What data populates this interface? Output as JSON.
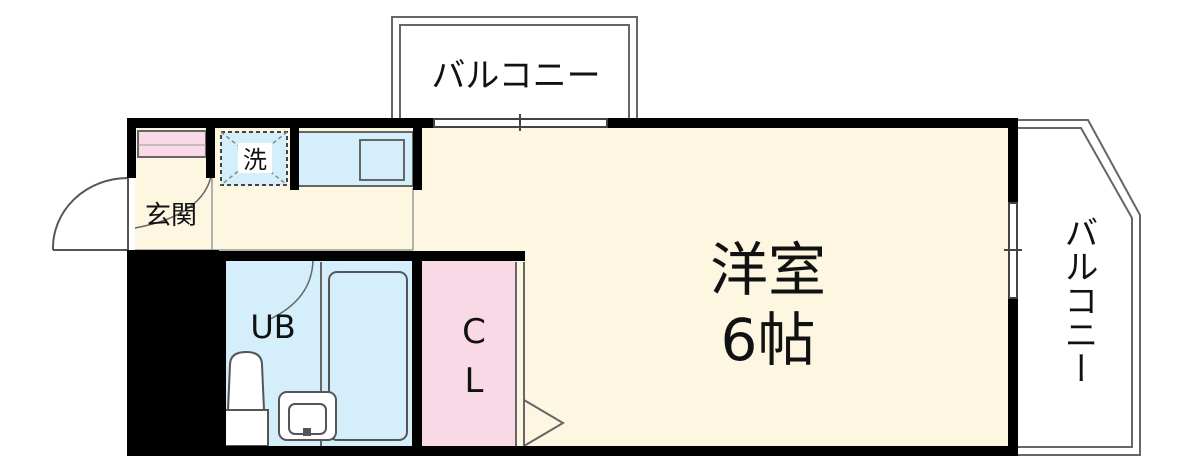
{
  "labels": {
    "balcony_top": "バルコニー",
    "balcony_right": "バルコニー",
    "washer": "洗",
    "entrance": "玄関",
    "bathroom": "UB",
    "closet_line1": "C",
    "closet_line2": "L",
    "room_line1": "洋室",
    "room_line2": "6帖"
  },
  "colors": {
    "room_floor": "#fdf6e1",
    "bath_fill": "#d4eefb",
    "closet_fill": "#f8d9e5",
    "wall": "#000000",
    "outline": "#555555"
  }
}
